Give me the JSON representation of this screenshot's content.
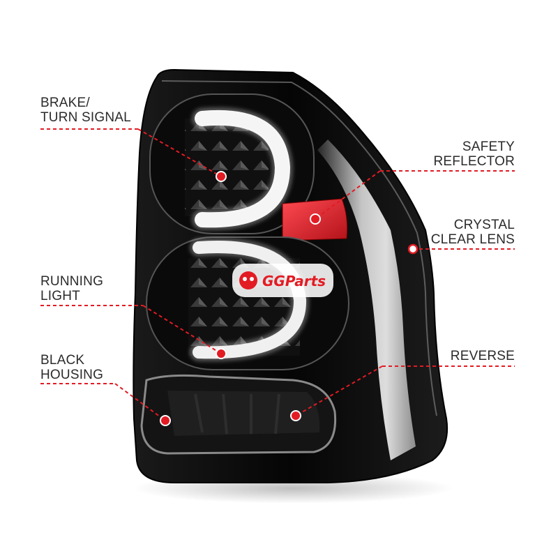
{
  "callouts": {
    "brake_turn": {
      "line1": "BRAKE/",
      "line2": "TURN SIGNAL"
    },
    "running_light": {
      "line1": "RUNNING",
      "line2": "LIGHT"
    },
    "black_housing": {
      "line1": "BLACK",
      "line2": "HOUSING"
    },
    "safety_reflector": {
      "line1": "SAFETY",
      "line2": "REFLECTOR"
    },
    "crystal_clear_lens": {
      "line1": "CRYSTAL",
      "line2": "CLEAR LENS"
    },
    "reverse": {
      "line1": "REVERSE"
    }
  },
  "watermark": {
    "brand": "GGParts"
  },
  "colors": {
    "accent": "#e31b23",
    "housing": "#0c0c0c",
    "text": "#2b2b2b"
  }
}
